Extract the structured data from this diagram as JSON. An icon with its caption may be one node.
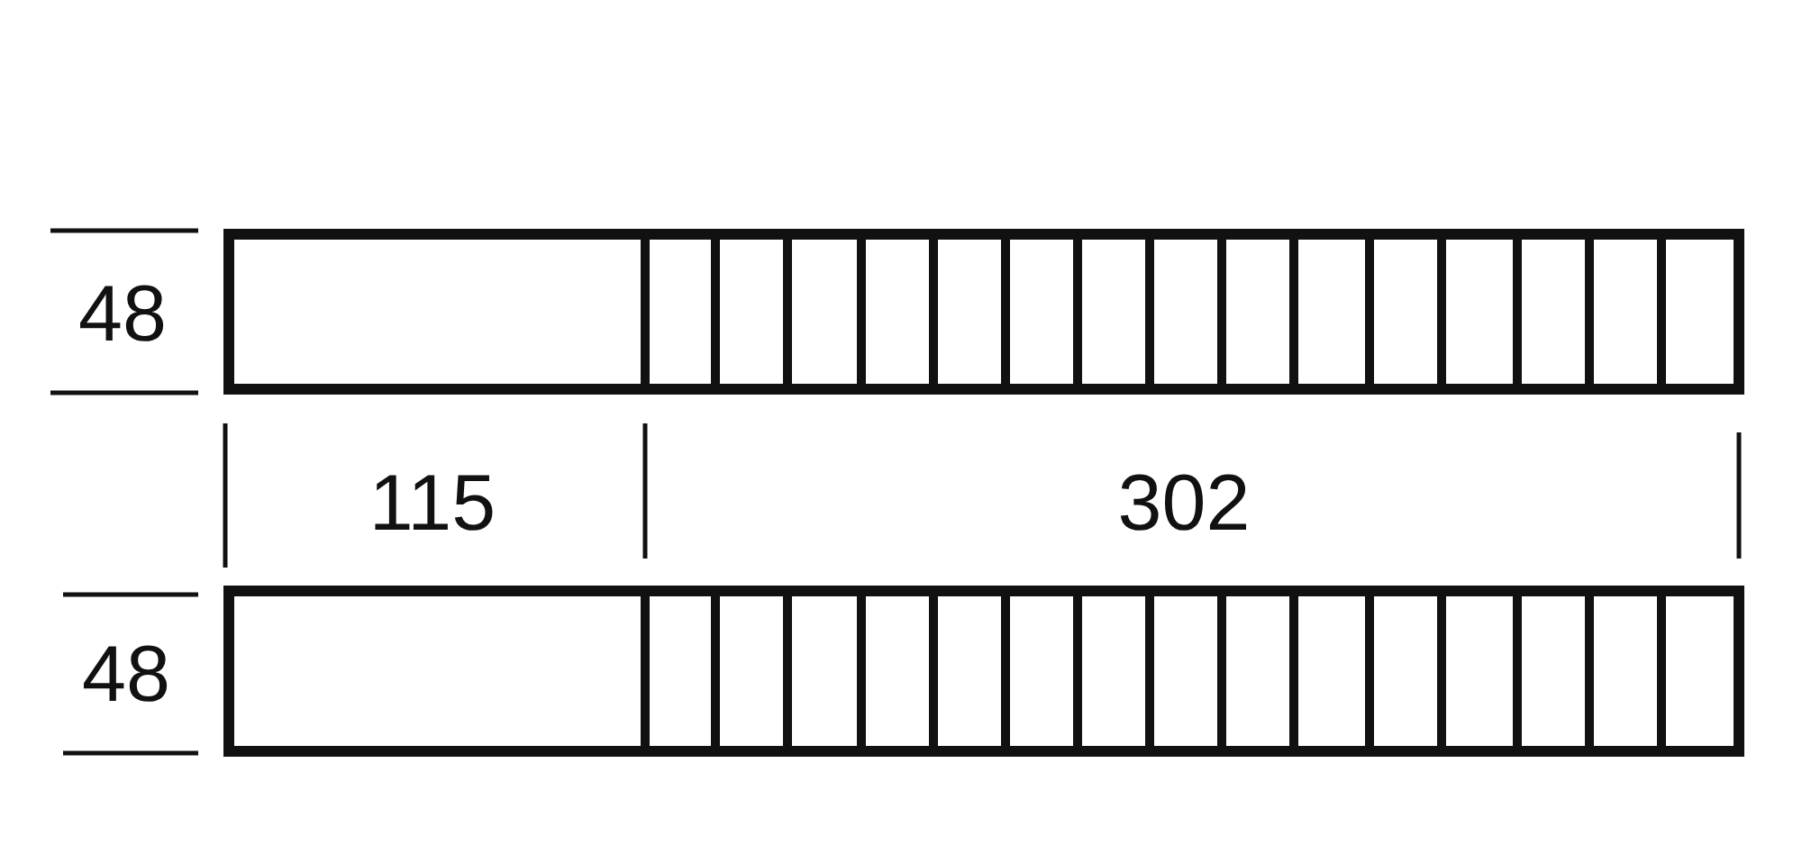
{
  "diagram": {
    "labels": [
      "48",
      "115",
      "302",
      "48"
    ]
  }
}
